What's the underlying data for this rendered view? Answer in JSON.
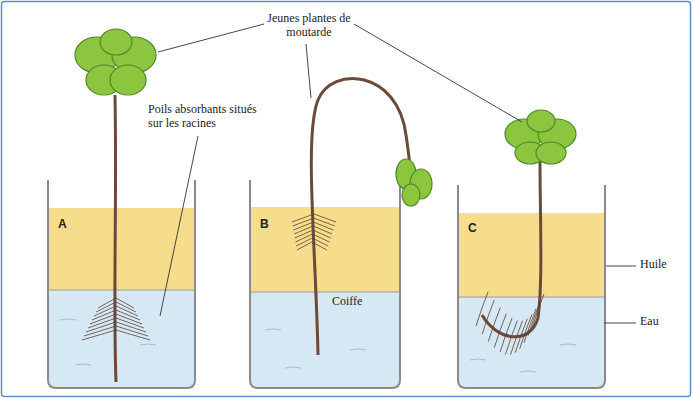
{
  "diagram": {
    "labels": [
      "Jeunes plantes de moutarde",
      "Poils absorbants situés sur les racines",
      "A",
      "B",
      "C",
      "Coiffe",
      "Huile",
      "Eau"
    ]
  }
}
